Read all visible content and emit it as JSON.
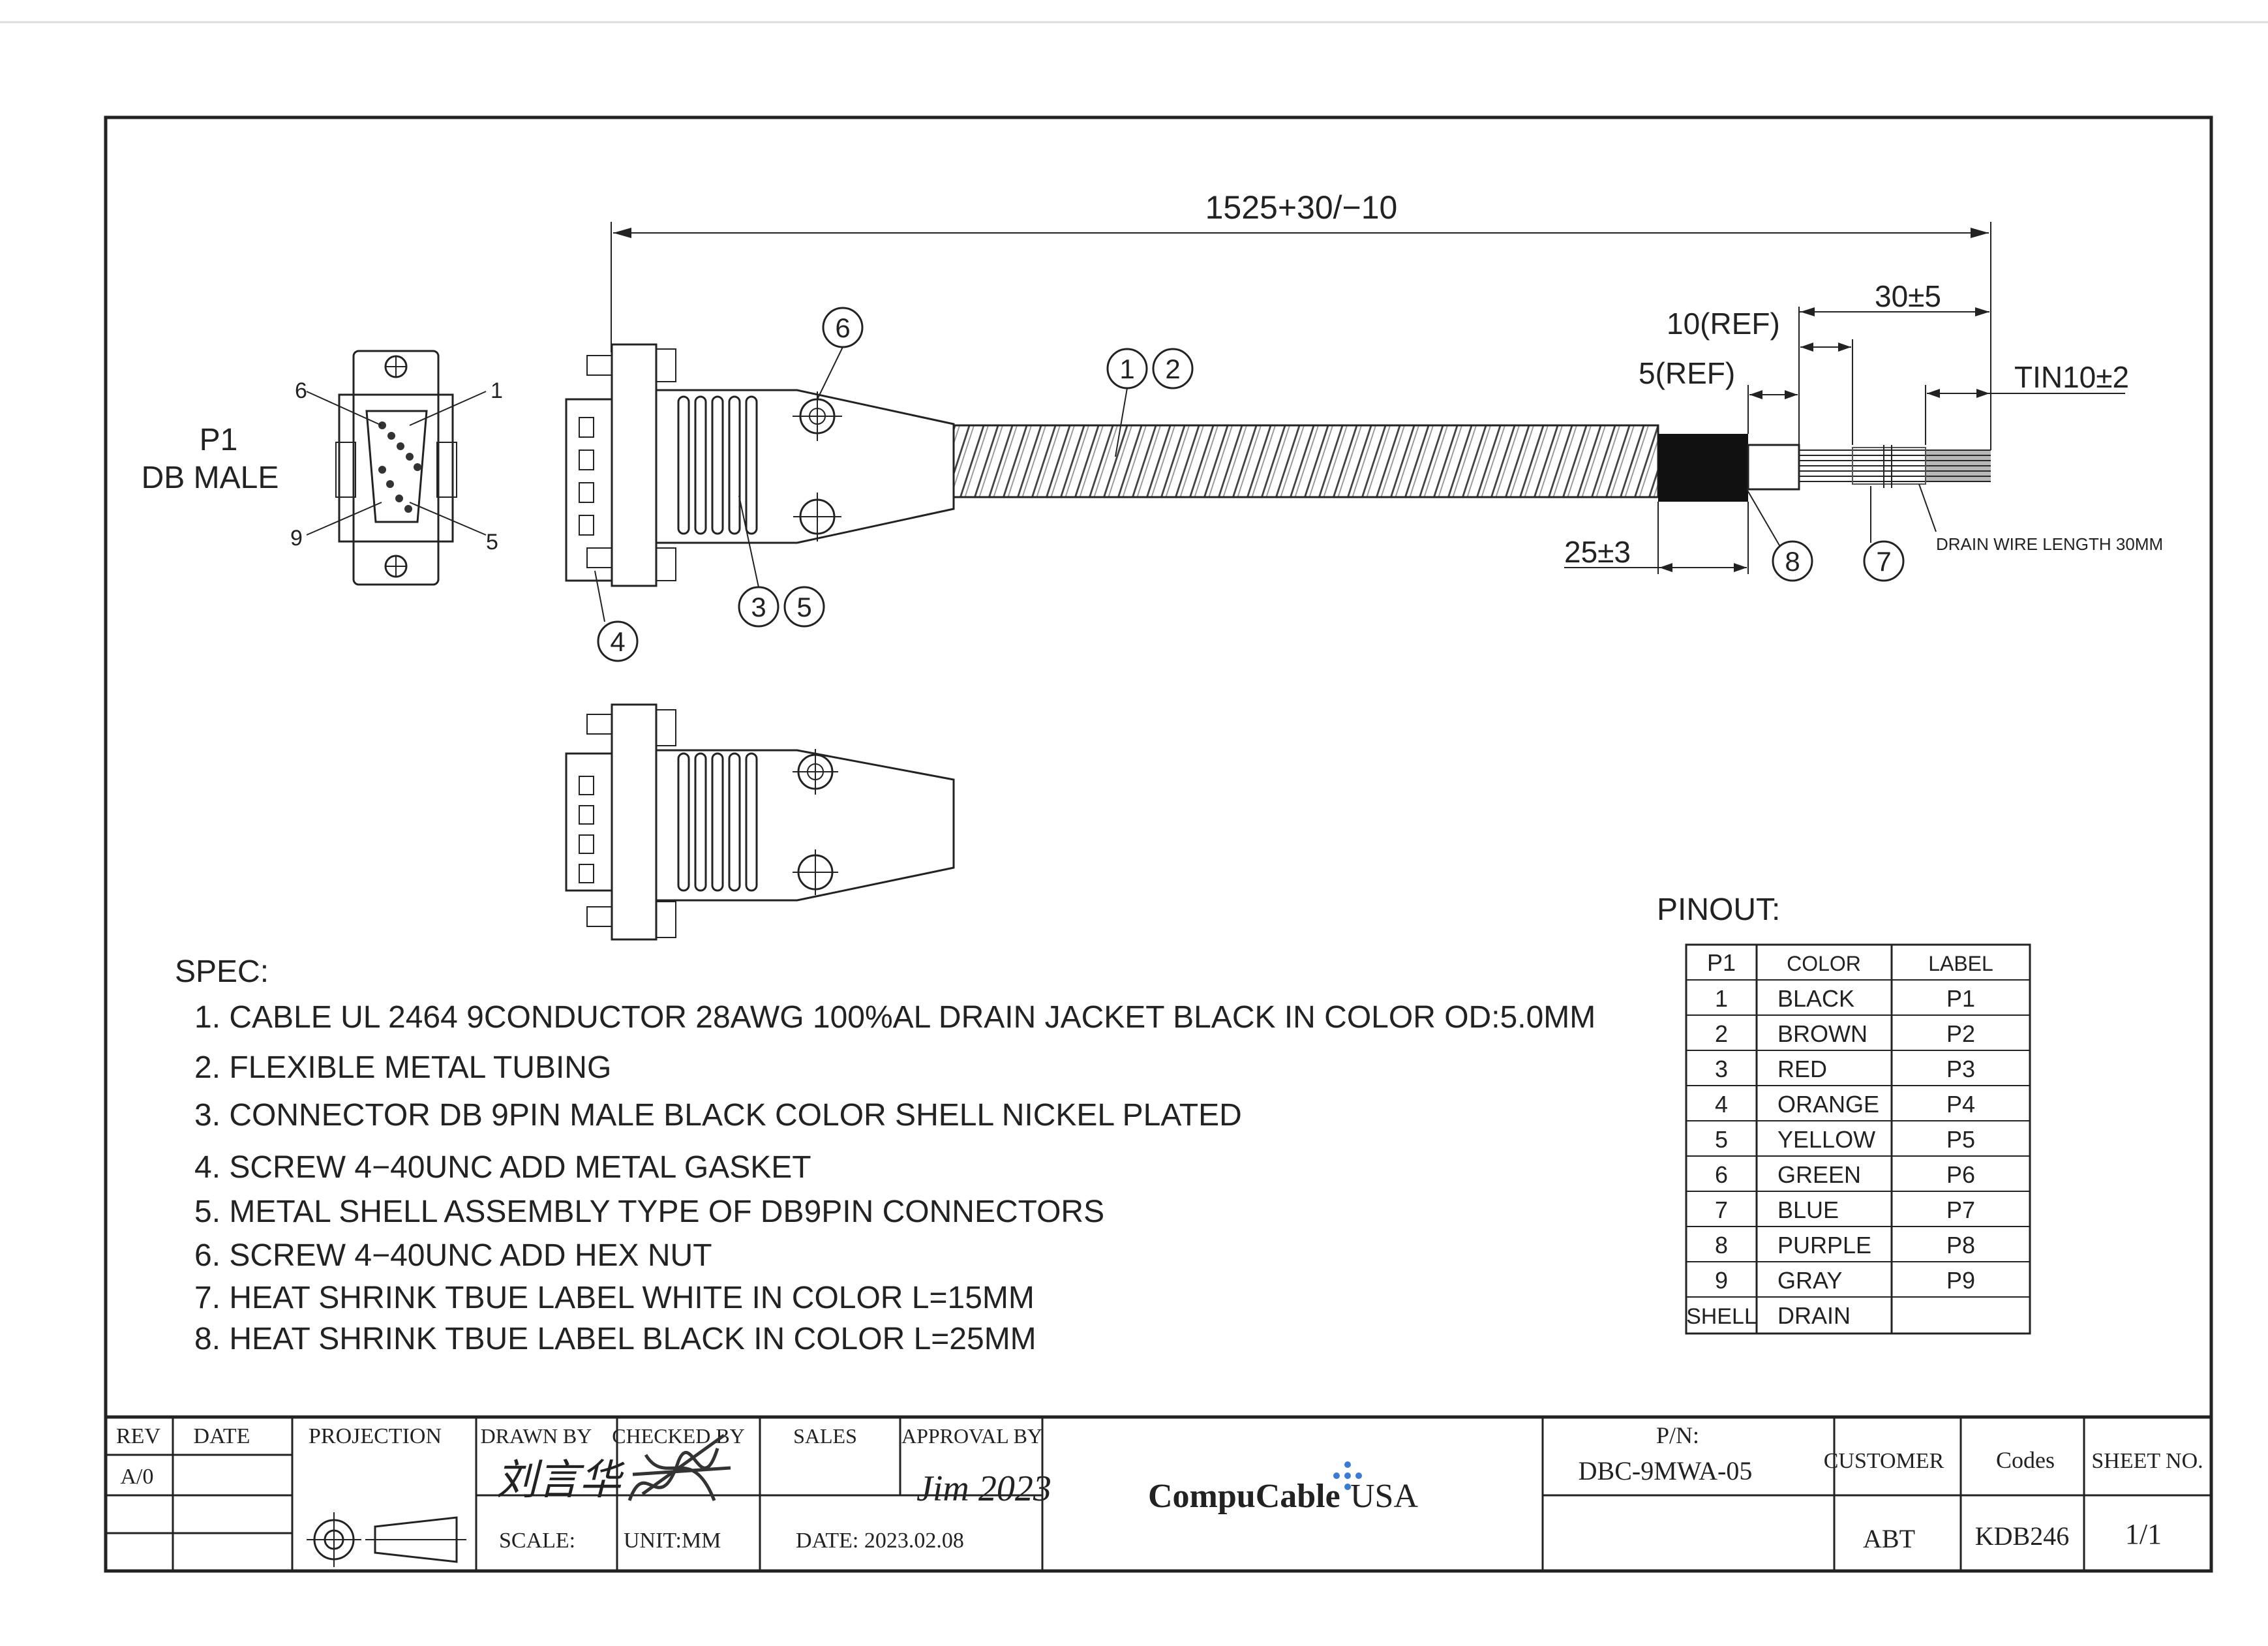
{
  "colors": {
    "ink": "#222222",
    "brand_blue": "#3a7bd5",
    "jacket": "#111111",
    "paper": "#ffffff"
  },
  "drawing": {
    "overall_length": "1525+30/−10",
    "dim_30": "30±5",
    "dim_10ref": "10(REF)",
    "dim_5ref": "5(REF)",
    "dim_tin": "TIN10±2",
    "dim_25": "25±3",
    "drain_note": "DRAIN WIRE LENGTH 30MM",
    "p1_label": "P1",
    "p1_type": "DB MALE",
    "pin_1": "1",
    "pin_5": "5",
    "pin_6": "6",
    "pin_9": "9",
    "balloons": [
      "1",
      "2",
      "3",
      "5",
      "4",
      "6",
      "7",
      "8"
    ]
  },
  "spec": {
    "title": "SPEC:",
    "items": [
      "1. CABLE UL 2464 9CONDUCTOR 28AWG 100%AL DRAIN JACKET BLACK IN COLOR OD:5.0MM",
      "2. FLEXIBLE METAL TUBING",
      "3. CONNECTOR DB 9PIN MALE BLACK COLOR SHELL NICKEL PLATED",
      "4. SCREW 4−40UNC ADD METAL GASKET",
      "5. METAL SHELL ASSEMBLY TYPE OF DB9PIN CONNECTORS",
      "6. SCREW 4−40UNC ADD HEX NUT",
      "7. HEAT SHRINK TBUE LABEL WHITE IN COLOR L=15MM",
      "8. HEAT SHRINK TBUE LABEL BLACK IN COLOR L=25MM"
    ]
  },
  "pinout": {
    "title": "PINOUT:",
    "headers": [
      "P1",
      "COLOR",
      "LABEL"
    ],
    "rows": [
      [
        "1",
        "BLACK",
        "P1"
      ],
      [
        "2",
        "BROWN",
        "P2"
      ],
      [
        "3",
        "RED",
        "P3"
      ],
      [
        "4",
        "ORANGE",
        "P4"
      ],
      [
        "5",
        "YELLOW",
        "P5"
      ],
      [
        "6",
        "GREEN",
        "P6"
      ],
      [
        "7",
        "BLUE",
        "P7"
      ],
      [
        "8",
        "PURPLE",
        "P8"
      ],
      [
        "9",
        "GRAY",
        "P9"
      ],
      [
        "SHELL",
        "DRAIN",
        ""
      ]
    ]
  },
  "title_block": {
    "rev_label": "REV",
    "date_label": "DATE",
    "projection_label": "PROJECTION",
    "drawn_by_label": "DRAWN BY",
    "checked_by_label": "CHECKED BY",
    "sales_label": "SALES",
    "approval_label": "APPROVAL BY",
    "rev_value": "A/0",
    "scale_label": "SCALE:",
    "unit_label": "UNIT:MM",
    "date_value": "DATE: 2023.02.08",
    "pn_label": "P/N:",
    "pn_value": "DBC-9MWA-05",
    "customer_label": "CUSTOMER",
    "customer_value": "ABT",
    "codes_label": "Codes",
    "codes_value": "KDB246",
    "sheet_label": "SHEET NO.",
    "sheet_value": "1/1",
    "logo_text_a": "CompuCable",
    "logo_text_b": "USA",
    "sig_drawn": "刘言华",
    "sig_approval": "Jim 2023"
  }
}
